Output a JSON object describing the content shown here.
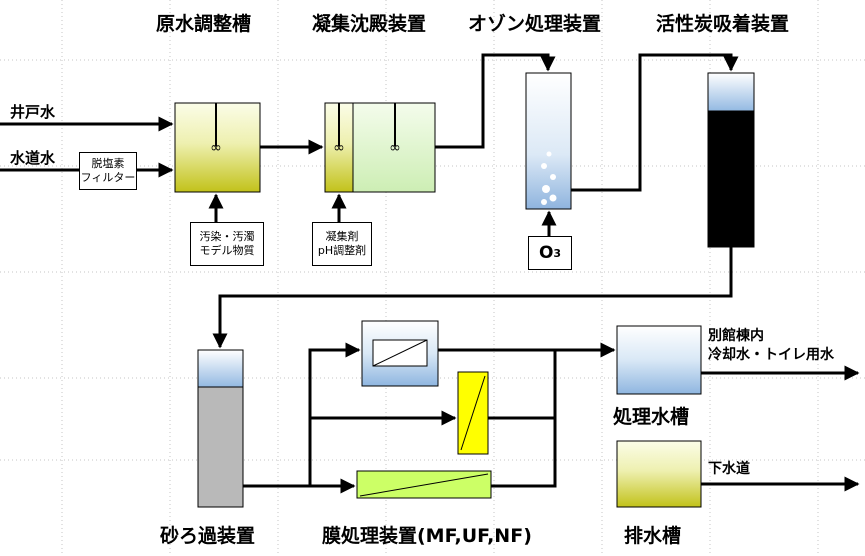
{
  "titles": {
    "raw_water_tank": "原水調整槽",
    "coagulation": "凝集沈殿装置",
    "ozone": "オゾン処理装置",
    "activated_carbon": "活性炭吸着装置",
    "sand_filter": "砂ろ過装置",
    "membrane": "膜処理装置(MF,UF,NF)",
    "treated_tank": "処理水槽",
    "drain_tank": "排水槽"
  },
  "inputs": {
    "well_water": "井戸水",
    "tap_water": "水道水"
  },
  "boxes": {
    "dechlorination_filter": [
      "脱塩素",
      "フィルター"
    ],
    "contaminant_model": [
      "汚染・汚濁",
      "モデル物質"
    ],
    "coagulant": [
      "凝集剤",
      "pH調整剤"
    ],
    "ozone_label": "O",
    "ozone_sub": "3"
  },
  "outputs": {
    "annex_use": [
      "別館棟内",
      "冷却水・トイレ用水"
    ],
    "sewer": "下水道"
  },
  "colors": {
    "yellow_green": "#c8c820",
    "light_green": "#d8f0c0",
    "light_blue": "#bcd6ef",
    "membrane_yellow": "#ffff00",
    "membrane_green": "#ccff66",
    "carbon_black": "#000000",
    "sand_gray": "#b8b8b8"
  }
}
